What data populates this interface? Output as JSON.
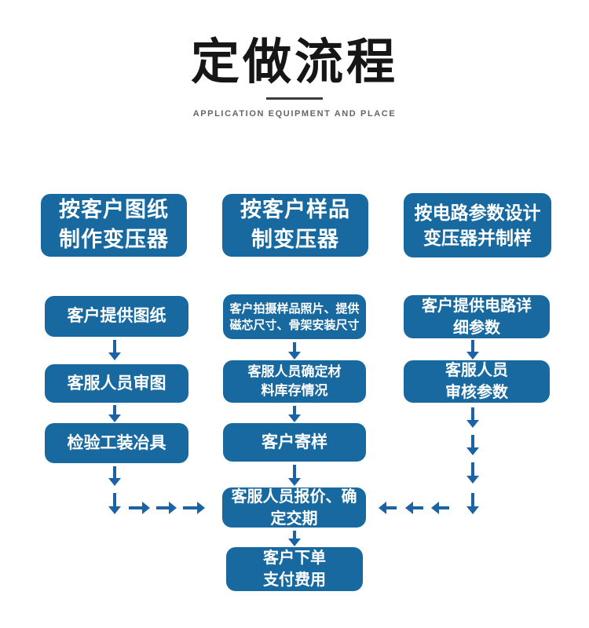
{
  "header": {
    "title": "定做流程",
    "subtitle": "APPLICATION EQUIPMENT AND PLACE"
  },
  "colors": {
    "box_fill": "#17699f",
    "arrow": "#1c63a6",
    "title_text": "#161616",
    "subtitle_text": "#666666",
    "box_text": "#ffffff",
    "background": "#ffffff"
  },
  "flow": {
    "columns": [
      {
        "header": "按客户图纸\n制作变压器",
        "steps": [
          "客户提供图纸",
          "客服人员审图",
          "检验工装冶具"
        ]
      },
      {
        "header": "按客户样品\n制变压器",
        "steps": [
          "客户拍摄样品照片、提供\n磁芯尺寸、骨架安装尺寸",
          "客服人员确定材\n料库存情况",
          "客户寄样"
        ]
      },
      {
        "header": "按电路参数设计\n变压器并制样",
        "steps": [
          "客户提供电路详\n细参数",
          "客服人员\n审核参数"
        ]
      }
    ],
    "merge": "客服人员报价、确\n定交期",
    "final": "客户下单\n支付费用"
  }
}
